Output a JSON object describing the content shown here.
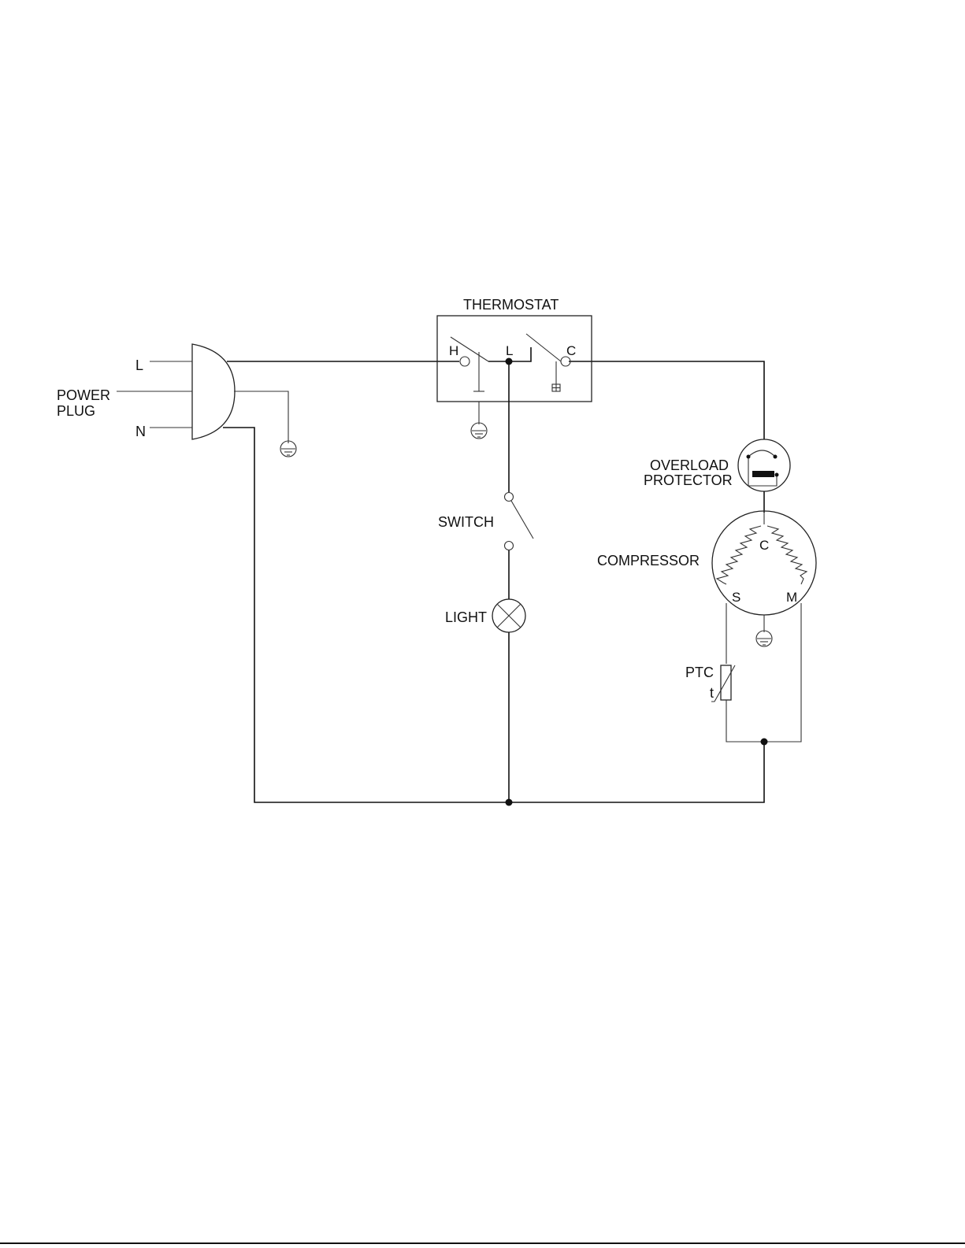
{
  "labels": {
    "thermostat": "THERMOSTAT",
    "power_plug_line1": "POWER",
    "power_plug_line2": "PLUG",
    "plug_L": "L",
    "plug_N": "N",
    "thermostat_H": "H",
    "thermostat_L": "L",
    "thermostat_C": "C",
    "overload_line1": "OVERLOAD",
    "overload_line2": "PROTECTOR",
    "switch": "SWITCH",
    "compressor": "COMPRESSOR",
    "compressor_C": "C",
    "compressor_S": "S",
    "compressor_M": "M",
    "light": "LIGHT",
    "ptc": "PTC",
    "ptc_t": "t"
  }
}
